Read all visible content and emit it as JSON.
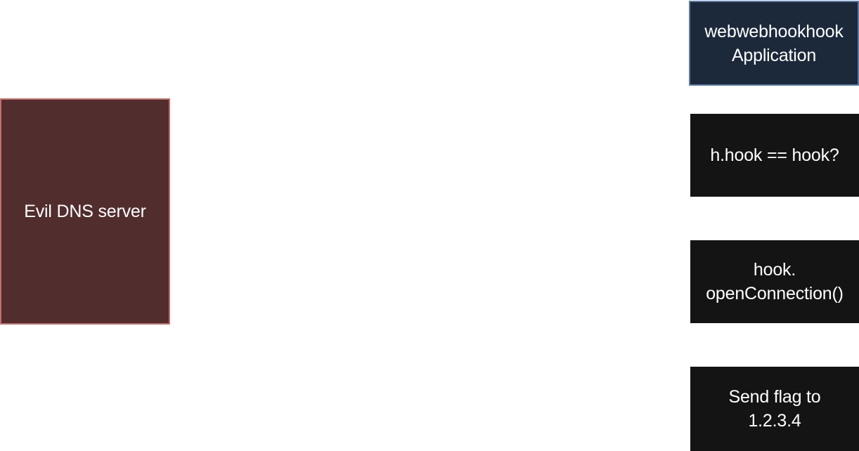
{
  "diagram": {
    "nodes": {
      "evil_dns": {
        "lines": [
          "Evil DNS server"
        ],
        "fill": "#522d2d",
        "stroke": "#c0706c"
      },
      "application": {
        "lines": [
          "webwebhookhook",
          "Application"
        ],
        "fill": "#1c293b",
        "stroke": "#5c7aa3"
      },
      "hook_check": {
        "lines": [
          "h.hook == hook?"
        ],
        "fill": "#141414"
      },
      "open_connection": {
        "lines": [
          "hook.",
          "openConnection()"
        ],
        "fill": "#141414"
      },
      "send_flag": {
        "lines": [
          "Send flag to",
          "1.2.3.4"
        ],
        "fill": "#141414"
      }
    }
  }
}
